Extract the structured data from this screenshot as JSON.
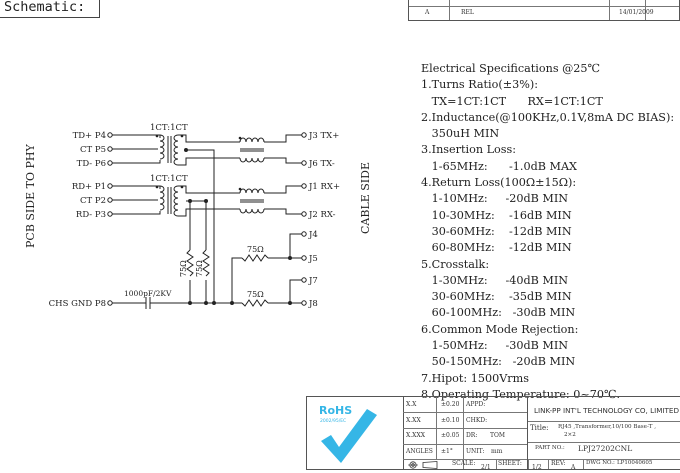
{
  "header": {
    "title": "Schematic:"
  },
  "revision": {
    "rev": "A",
    "description": "REL",
    "date": "14/01/2009"
  },
  "schematic": {
    "side_left": "PCB SIDE TO PHY",
    "side_right": "CABLE SIDE",
    "ratio_top": "1CT:1CT",
    "ratio_bottom": "1CT:1CT",
    "left_pins": [
      "TD+ P4",
      "CT P5",
      "TD- P6",
      "RD+ P1",
      "CT P2",
      "RD- P3"
    ],
    "right_pins": [
      "J3  TX+",
      "J6  TX-",
      "J1  RX+",
      "J2  RX-"
    ],
    "jacks": [
      "J4",
      "J5",
      "J7",
      "J8"
    ],
    "resistor_vertical": [
      "75Ω",
      "75Ω"
    ],
    "resistor_horizontal": [
      "75Ω",
      "75Ω"
    ],
    "cap": "1000pF/2KV",
    "chs": "CHS GND P8"
  },
  "specs": [
    "Electrical Specifications @25℃",
    "1.Turns Ratio(±3%):",
    "   TX=1CT:1CT      RX=1CT:1CT",
    "2.Inductance(@100KHz,0.1V,8mA DC BIAS):",
    "   350uH MIN",
    "3.Insertion Loss:",
    "   1-65MHz:      -1.0dB MAX",
    "4.Return Loss(100Ω±15Ω):",
    "   1-10MHz:     -20dB MIN",
    "   10-30MHz:    -16dB MIN",
    "   30-60MHz:    -12dB MIN",
    "   60-80MHz:    -12dB MIN",
    "5.Crosstalk:",
    "   1-30MHz:     -40dB MIN",
    "   30-60MHz:    -35dB MIN",
    "   60-100MHz:   -30dB MIN",
    "6.Common Mode Rejection:",
    "   1-50MHz:     -30dB MIN",
    "   50-150MHz:   -20dB MIN",
    "7.Hipot: 1500Vrms",
    "8.Operating Temperature: 0~70℃."
  ],
  "titleblock": {
    "x_label": "X.X",
    "x_val": "±0.20",
    "appd": "APPD:",
    "xx_label": "X.XX",
    "xx_val": "±0.10",
    "chkd": "CHKD:",
    "xxx_label": "X.XXX",
    "xxx_val": "±0.05",
    "dr": "DR:",
    "dr_val": "TOM",
    "angles_label": "ANGLES",
    "angles_val": "±1°",
    "unit": "UNIT:",
    "unit_val": "mm",
    "company": "LINK-PP INT'L TECHNOLOGY CO, LIMITED",
    "title_label": "Title:",
    "title_val": "RJ45 ,Transformer,10/100 Base-T ,",
    "title_val2": "2×2",
    "partno_label": "PART NO.:",
    "partno_val": "LPJ27202CNL",
    "scale_label": "SCALE:",
    "scale_val": "2/1",
    "sheet_label": "SHEET:",
    "sheet_val": "1/2",
    "rev_label": "REV:",
    "rev_val": "A",
    "dwgno_label": "DWG NO.:",
    "dwgno_val": "LP10040605",
    "rohs_text": "RoHS",
    "rohs_sub": "2002/95/EC"
  },
  "colors": {
    "line": "#222222",
    "rohs": "#35b6e6",
    "frame": "#555555"
  }
}
